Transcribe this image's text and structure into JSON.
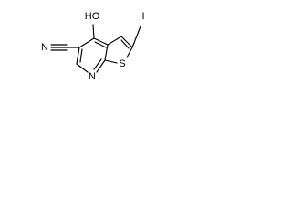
{
  "molecule": {
    "atoms": {
      "oh": "HO",
      "iodine": "I",
      "sulfur": "S",
      "nitrogen": "N",
      "nitrile_n": "N"
    }
  }
}
